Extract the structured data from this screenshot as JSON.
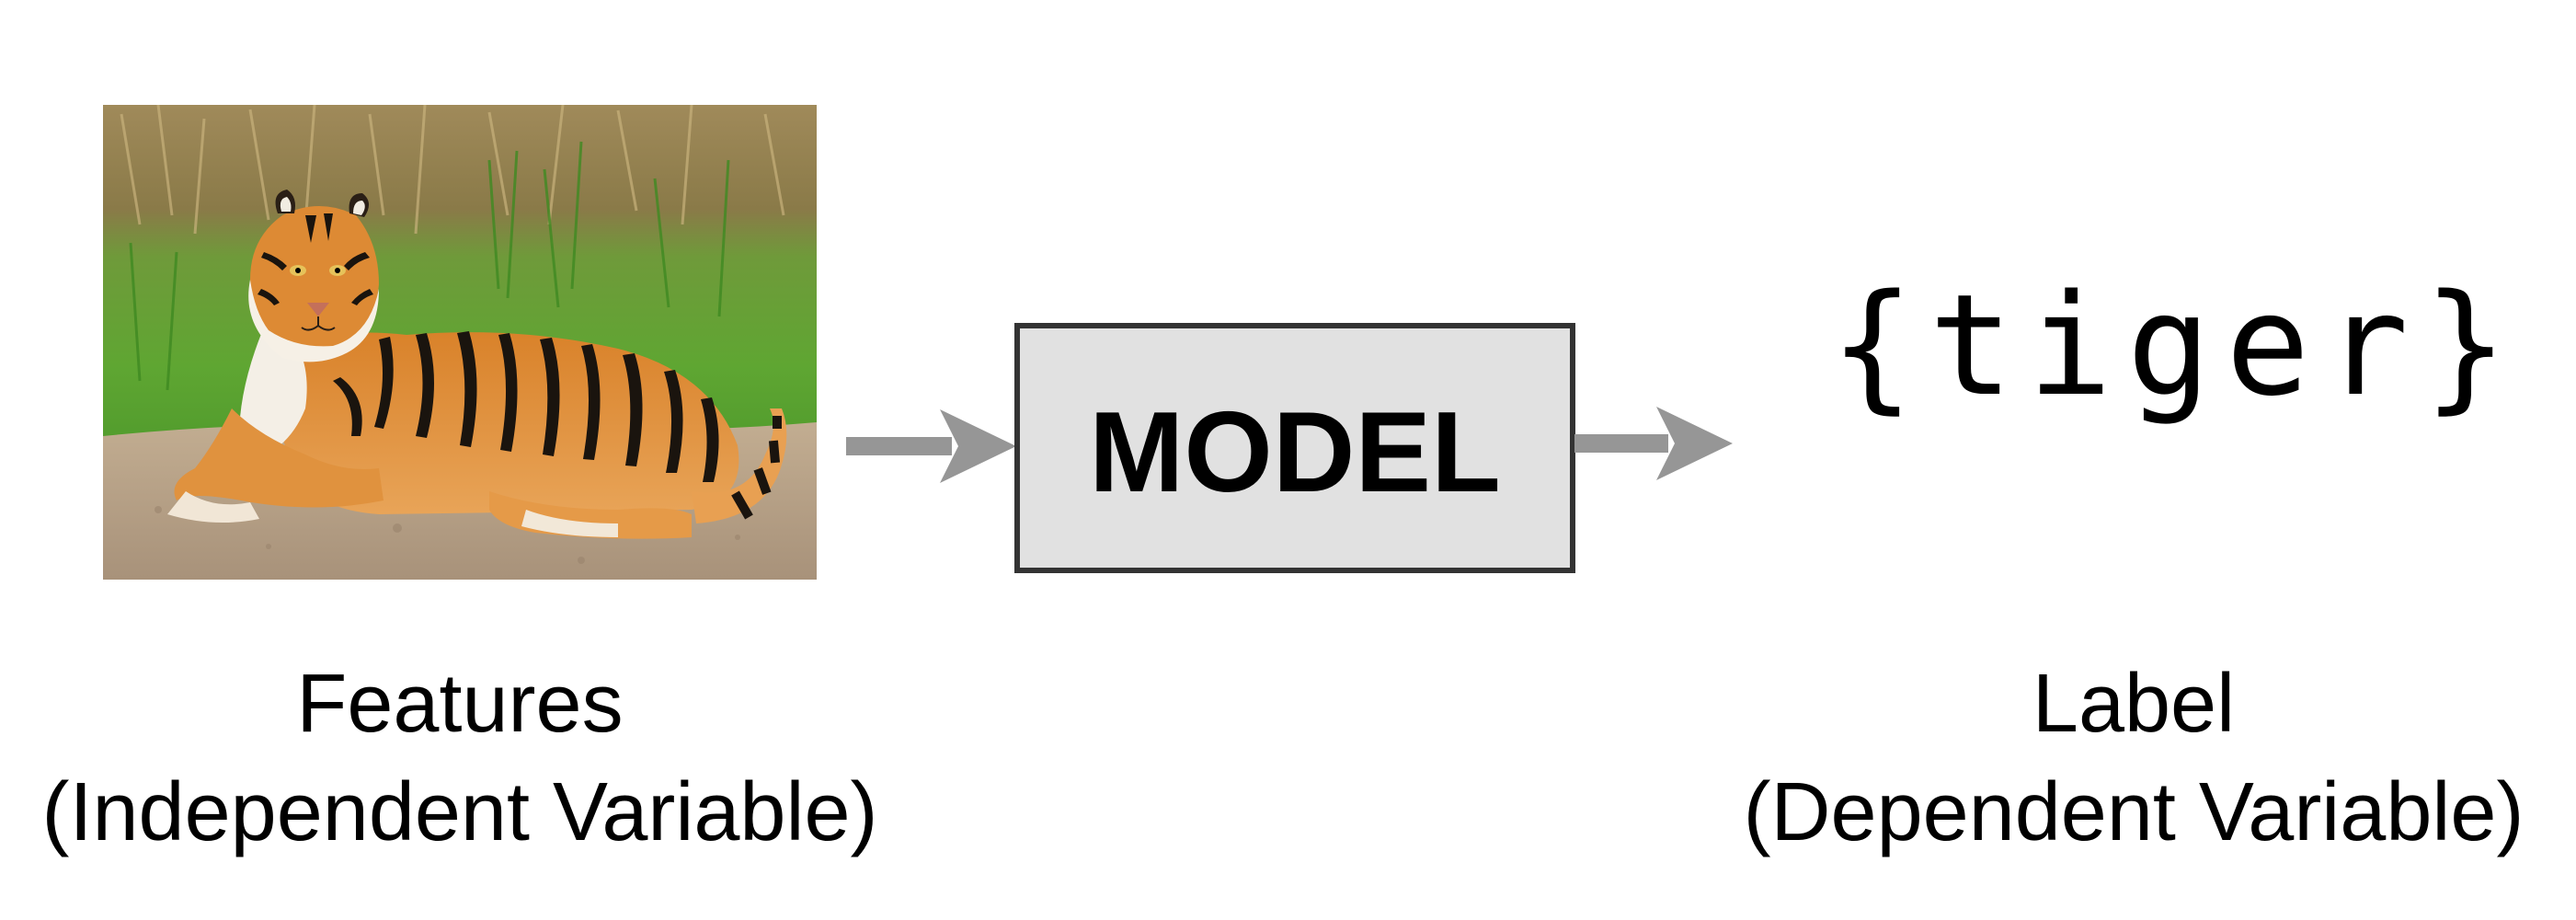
{
  "model": {
    "label": "MODEL"
  },
  "output": {
    "value": "{tiger}"
  },
  "captions": {
    "features": {
      "title": "Features",
      "subtitle": "(Independent Variable)"
    },
    "label": {
      "title": "Label",
      "subtitle": "(Dependent Variable)"
    }
  },
  "colors": {
    "arrow": "#969696",
    "model_fill": "#e1e1e1",
    "model_border": "#333333",
    "text": "#000000"
  }
}
